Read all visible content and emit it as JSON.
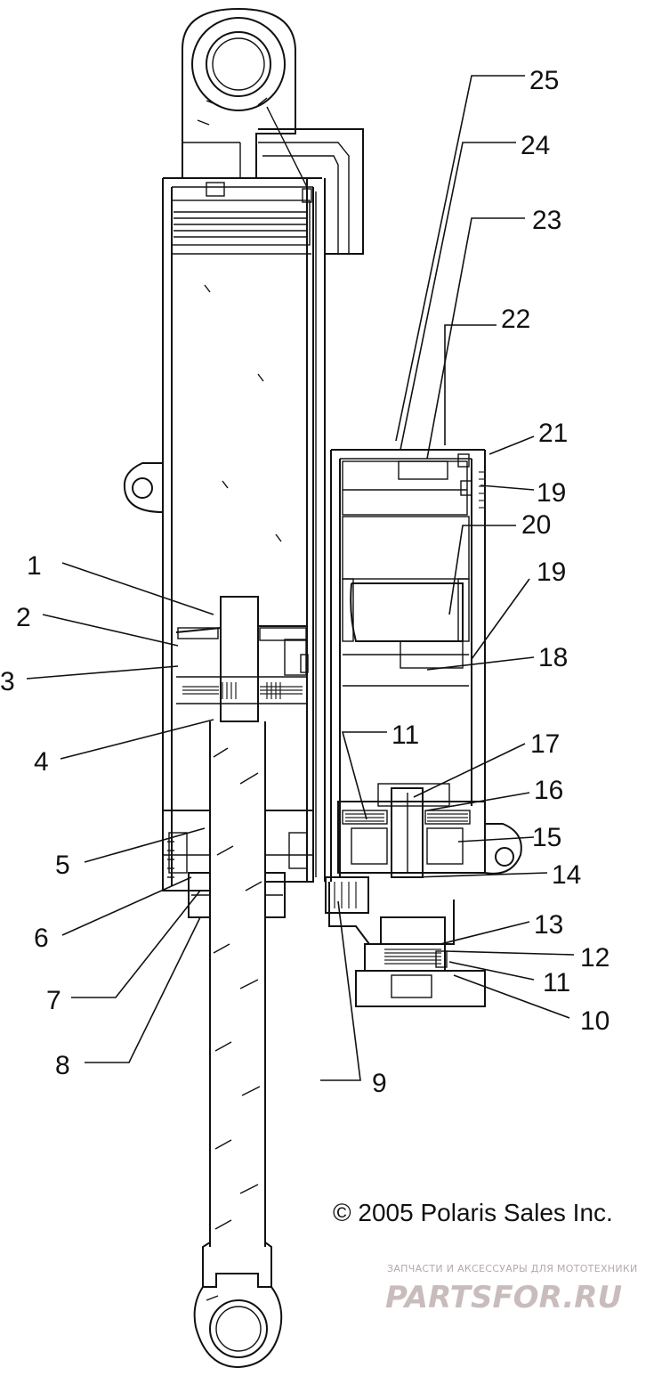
{
  "diagram": {
    "callouts": [
      {
        "id": "c1",
        "label": "1"
      },
      {
        "id": "c2",
        "label": "2"
      },
      {
        "id": "c3",
        "label": "3"
      },
      {
        "id": "c4",
        "label": "4"
      },
      {
        "id": "c5",
        "label": "5"
      },
      {
        "id": "c6",
        "label": "6"
      },
      {
        "id": "c7",
        "label": "7"
      },
      {
        "id": "c8",
        "label": "8"
      },
      {
        "id": "c9",
        "label": "9"
      },
      {
        "id": "c10",
        "label": "10"
      },
      {
        "id": "c11a",
        "label": "11"
      },
      {
        "id": "c11b",
        "label": "11"
      },
      {
        "id": "c12",
        "label": "12"
      },
      {
        "id": "c13",
        "label": "13"
      },
      {
        "id": "c14",
        "label": "14"
      },
      {
        "id": "c15",
        "label": "15"
      },
      {
        "id": "c16",
        "label": "16"
      },
      {
        "id": "c17",
        "label": "17"
      },
      {
        "id": "c18",
        "label": "18"
      },
      {
        "id": "c19a",
        "label": "19"
      },
      {
        "id": "c19b",
        "label": "19"
      },
      {
        "id": "c20",
        "label": "20"
      },
      {
        "id": "c21",
        "label": "21"
      },
      {
        "id": "c22",
        "label": "22"
      },
      {
        "id": "c23",
        "label": "23"
      },
      {
        "id": "c24",
        "label": "24"
      },
      {
        "id": "c25",
        "label": "25"
      }
    ],
    "copyright": "© 2005 Polaris Sales Inc.",
    "watermark": {
      "tagline": "ЗАПЧАСТИ И АКСЕССУАРЫ ДЛЯ МОТОТЕХНИКИ",
      "brand": "PARTSFOR.RU"
    }
  }
}
